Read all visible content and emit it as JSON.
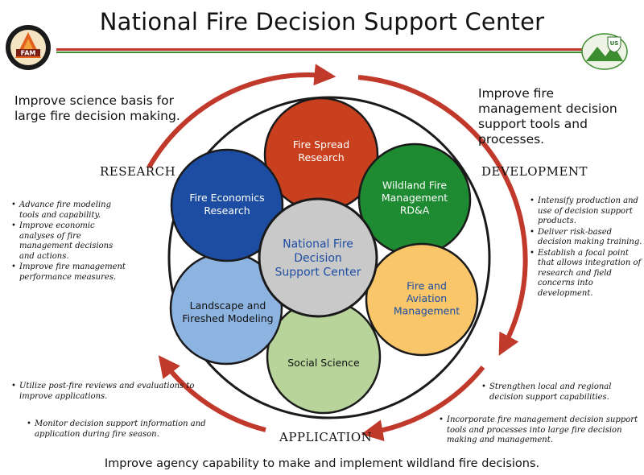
{
  "title": "National Fire Decision Support Center",
  "logos": {
    "left_text": "FAM",
    "right_text": "US"
  },
  "stages": {
    "research": "RESEARCH",
    "development": "DEVELOPMENT",
    "application": "APPLICATION"
  },
  "summaries": {
    "research": "Improve science basis for large fire decision making.",
    "development": "Improve fire management decision support tools and processes.",
    "application": "Improve agency capability to make and implement wildland fire decisions."
  },
  "circles": {
    "center": "National Fire Decision Support Center",
    "fire_spread": "Fire Spread Research",
    "wildland": "Wildland Fire Management RD&A",
    "aviation": "Fire and Aviation Management",
    "social": "Social Science",
    "landscape": "Landscape and Fireshed Modeling",
    "economics": "Fire Economics Research"
  },
  "bullets": {
    "research": [
      "Advance fire modeling tools and capability.",
      "Improve economic analyses of fire management decisions and actions.",
      "Improve fire management performance measures."
    ],
    "development": [
      "Intensify production and use of decision support products.",
      "Deliver risk-based decision making training.",
      "Establish a focal point that allows integration of research and field concerns into development."
    ],
    "application_left_a": [
      "Utilize post-fire reviews and evaluations to improve applications."
    ],
    "application_left_b": [
      "Monitor decision support information and application during fire season."
    ],
    "application_right_a": [
      "Strengthen local and regional decision support capabilities."
    ],
    "application_right_b": [
      "Incorporate fire management decision support tools and processes into large fire decision making and management."
    ]
  },
  "colors": {
    "fire_spread": "#c9401f",
    "wildland": "#1e8a31",
    "aviation": "#f9c66a",
    "social": "#b8d49a",
    "landscape": "#8db3e0",
    "economics": "#1d4da3",
    "center": "#c9c9c9",
    "arrow": "#c0392b"
  }
}
